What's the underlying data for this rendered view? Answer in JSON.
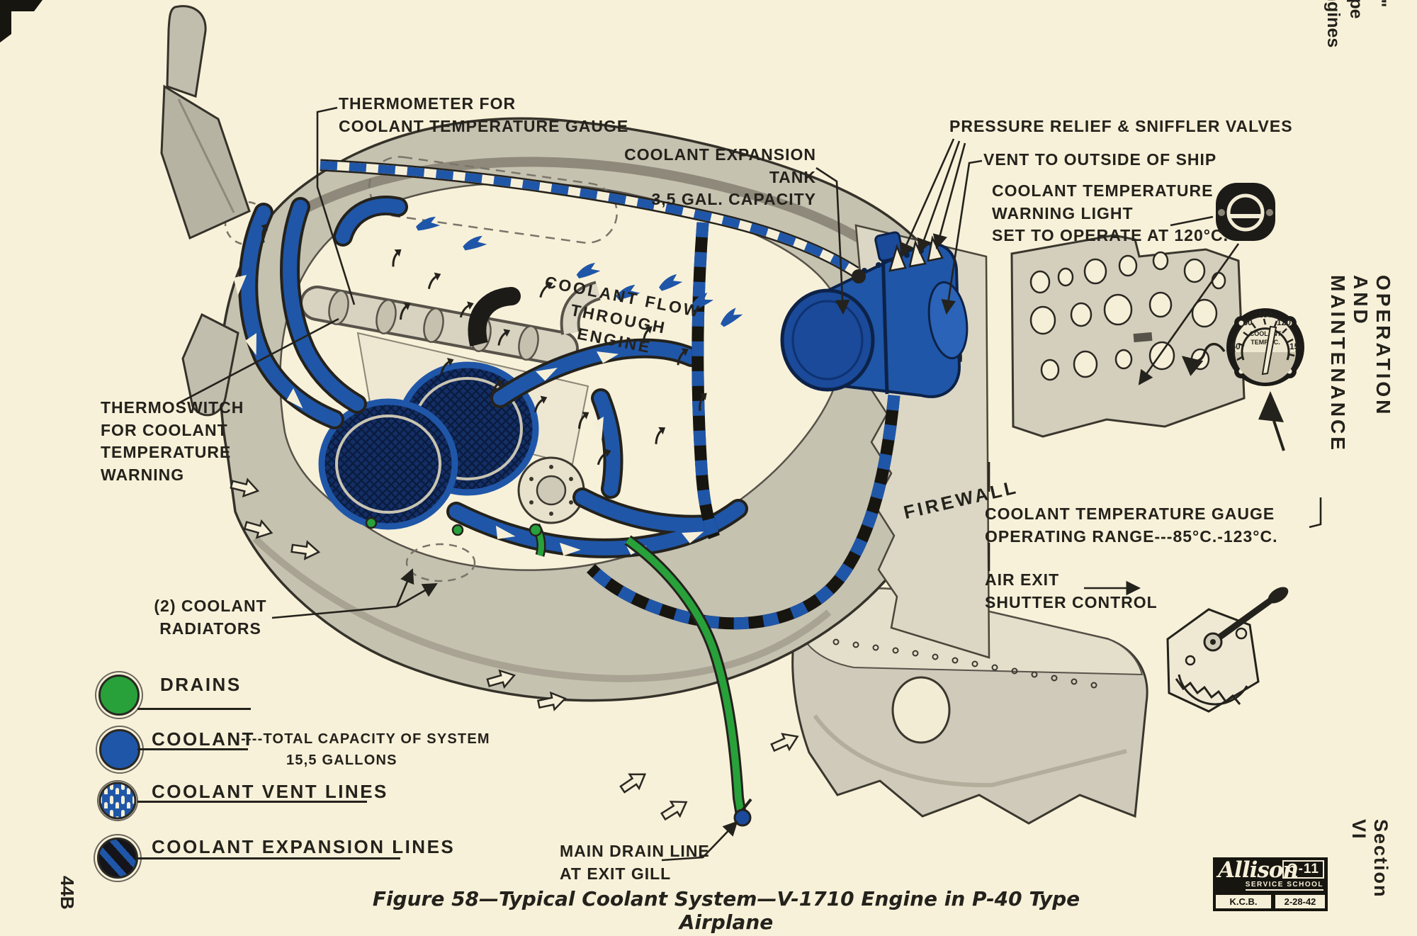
{
  "page": {
    "corner_header": "\"V\" Type\nEngines",
    "side_header": "OPERATION AND MAINTENANCE",
    "side_footer": "Section VI",
    "page_number": "44B",
    "caption": "Figure 58—Typical Coolant System—V-1710 Engine in P-40 Type Airplane"
  },
  "callouts": {
    "thermometer": "THERMOMETER FOR\nCOOLANT TEMPERATURE GAUGE",
    "expansion_tank": "COOLANT EXPANSION TANK\n3,5 GAL. CAPACITY",
    "pressure_valves": "PRESSURE RELIEF & SNIFFLER VALVES",
    "vent": "VENT TO OUTSIDE OF SHIP",
    "warning_light": "COOLANT TEMPERATURE\nWARNING LIGHT\nSET TO OPERATE AT 120°C.",
    "coolant_flow": "COOLANT FLOW\nTHROUGH ENGINE",
    "thermoswitch": "THERMOSWITCH\nFOR COOLANT\nTEMPERATURE\nWARNING",
    "firewall": "FIREWALL",
    "gauge_range": "COOLANT TEMPERATURE GAUGE\nOPERATING RANGE---85°C.-123°C.",
    "air_exit": "AIR EXIT\nSHUTTER CONTROL",
    "radiators": "(2) COOLANT\nRADIATORS",
    "main_drain": "MAIN DRAIN LINE\nAT EXIT GILL"
  },
  "legend": {
    "drains": {
      "label": "DRAINS"
    },
    "coolant": {
      "label": "COOLANT",
      "note": "----TOTAL CAPACITY OF SYSTEM",
      "note2": "15,5 GALLONS"
    },
    "vent_lines": {
      "label": "COOLANT VENT LINES"
    },
    "expansion_lines": {
      "label": "COOLANT EXPANSION LINES"
    }
  },
  "gauge": {
    "ticks": [
      "50",
      "80",
      "100",
      "120",
      "150"
    ],
    "dial_line1": "COOLANT",
    "dial_line2": "TEMP. °C."
  },
  "stamp": {
    "brand": "Allison",
    "model": "O-11",
    "school": "SERVICE SCHOOL",
    "initials": "K.C.B.",
    "date": "2-28-42"
  },
  "colors": {
    "paper": "#f8f1d9",
    "ink": "#24221c",
    "coolant_blue": "#1f56a8",
    "dark_blue": "#123a7c",
    "drain_green": "#28a13b"
  }
}
